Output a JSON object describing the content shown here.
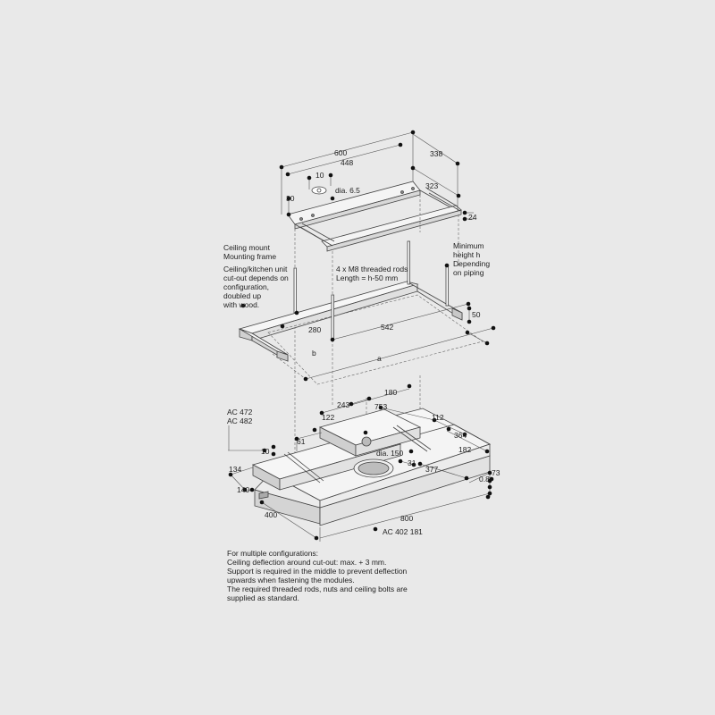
{
  "colors": {
    "background": "#e9e9e9",
    "line": "#444444",
    "dash": "#666666",
    "dot": "#111111"
  },
  "mount_frame": {
    "dims": {
      "d600": "600",
      "d448": "448",
      "d338": "338",
      "d323": "323",
      "d10": "10",
      "dia65": "dia. 6.5",
      "d30": "30",
      "d24": "24"
    },
    "labels": [
      "Ceiling mount",
      "Mounting frame"
    ]
  },
  "cutout": {
    "labels": [
      "Ceiling/kitchen unit",
      "cut-out depends on",
      "configuration,",
      "doubled up",
      "with wood."
    ],
    "rods": [
      "4 x M8 threaded rods",
      "Length = h-50 mm"
    ],
    "min_height": [
      "Minimum",
      "height h",
      "Depending",
      "on piping"
    ],
    "dims": {
      "d542": "542",
      "d280": "280",
      "d50": "50",
      "a": "a",
      "b": "b"
    }
  },
  "unit": {
    "models": [
      "AC 472",
      "AC 482"
    ],
    "base_model": "AC 402 181",
    "dims": {
      "d180": "180",
      "d243": "243",
      "d753": "753",
      "d122": "122",
      "d112": "112",
      "d364": "364",
      "d182": "182",
      "d61": "61",
      "d10": "10",
      "d134": "134",
      "d140": "140",
      "d400": "400",
      "d800": "800",
      "dia150": "dia. 150",
      "d31": "31",
      "d377": "377",
      "d73": "73",
      "d08": "0.8"
    }
  },
  "notes": [
    "For multiple configurations:",
    "Ceiling deflection around cut-out: max. + 3 mm.",
    "Support is required in the middle to prevent deflection",
    "upwards when fastening the modules.",
    "The required threaded rods, nuts and ceiling bolts are",
    "supplied as standard."
  ]
}
